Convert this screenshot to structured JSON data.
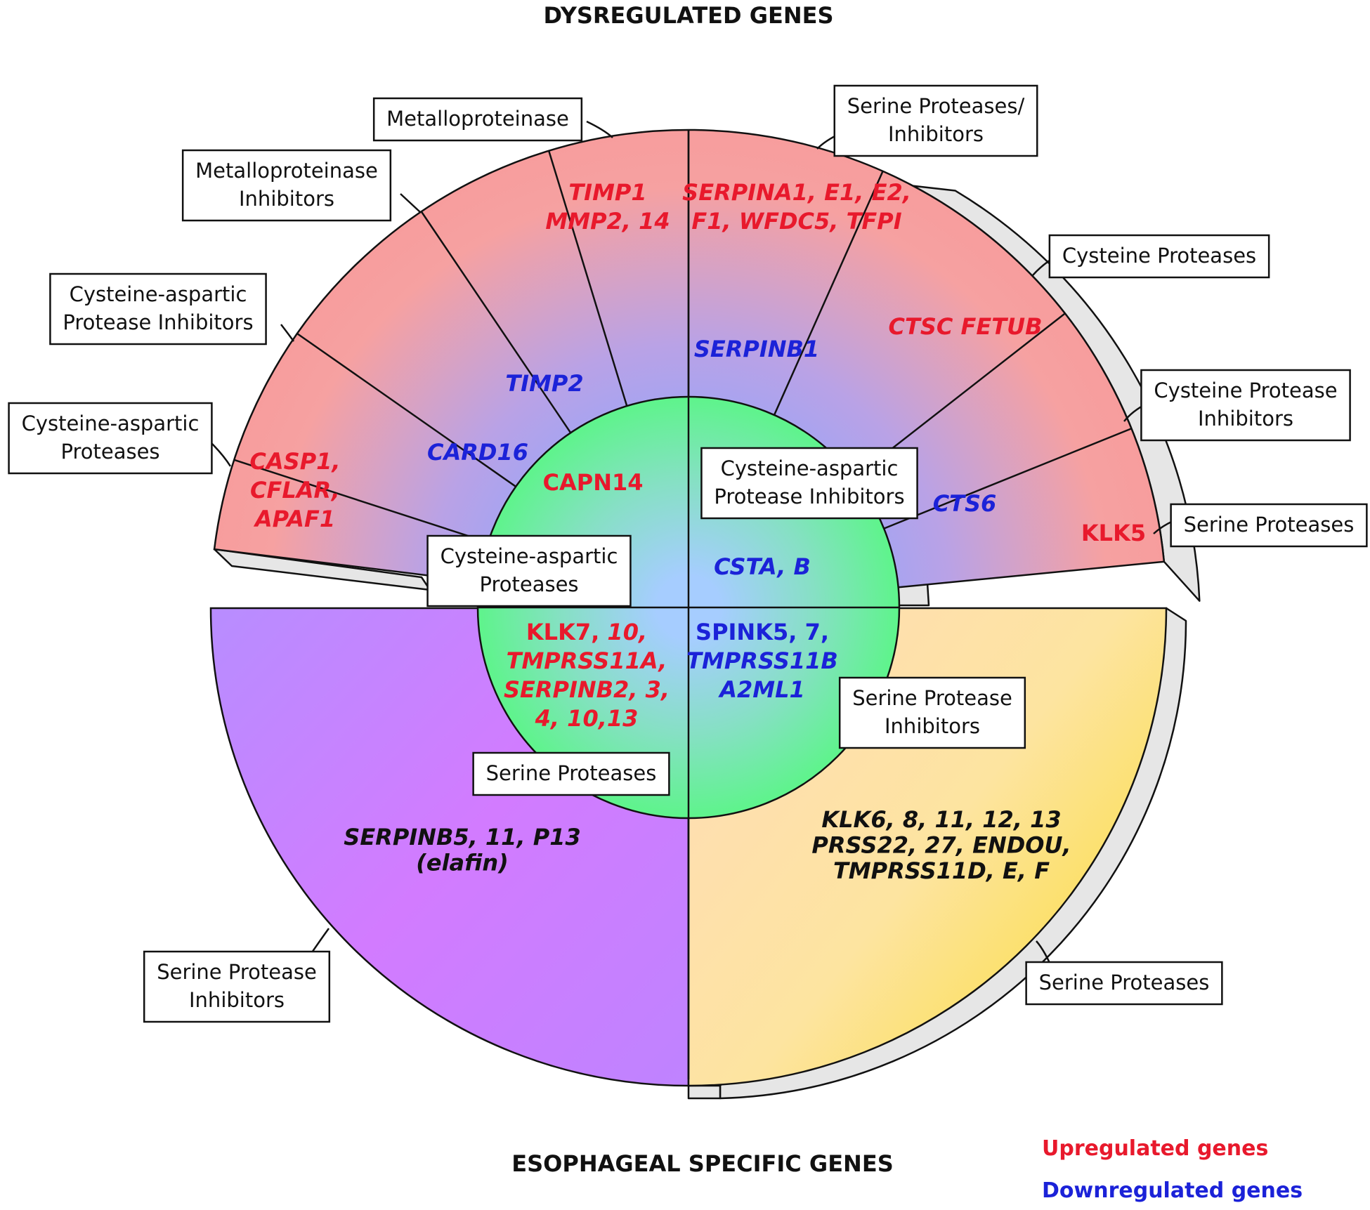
{
  "titles": {
    "top": "DYSREGULATED GENES",
    "bottom": "ESOPHAGEAL SPECIFIC GENES"
  },
  "colors": {
    "upregulated": "#e8192c",
    "downregulated": "#1b22d8",
    "black": "#111111",
    "outer_pink": "#f6a1a1",
    "inner_lavender": "#a89ee8",
    "center_green": "#66f28f",
    "center_blue": "#9ecbff",
    "bottom_left": "#c77bff",
    "bottom_right_light": "#ffe2b8",
    "bottom_right_dark": "#fbe04a",
    "shadow": "#e4e4e4"
  },
  "sectors": {
    "casp_outer": [
      "CASP1,",
      "CFLAR,",
      "APAF1"
    ],
    "card_inner": "CARD16",
    "timp2_inner": "TIMP2",
    "timp_outer": [
      "TIMP1",
      "MMP2, 14"
    ],
    "serpina_outer": [
      "SERPINA1, E1, E2,",
      "F1, WFDC5, TFPI"
    ],
    "serpinb1_inner": "SERPINB1",
    "ctsc_outer": "CTSC FETUB",
    "cts6_inner": "CTS6",
    "klk5": "KLK5"
  },
  "center": {
    "capn14": "CAPN14",
    "csta": "CSTA, B",
    "klk7_lines": [
      "KLK7, 10,",
      "TMPRSS11A,",
      "SERPINB2, 3,",
      "4, 10,13"
    ],
    "spink_lines": [
      "SPINK5, 7,",
      "TMPRSS11B",
      "A2ML1"
    ]
  },
  "bottom": {
    "left_lines": [
      "SERPINB5, 11, P13",
      "(elafin)"
    ],
    "right_lines": [
      "KLK6, 8, 11, 12, 13",
      "PRSS22, 27, ENDOU,",
      "TMPRSS11D, E, F"
    ]
  },
  "labels": {
    "metalloproteinase": "Metalloproteinase",
    "metallo_inhib": [
      "Metalloproteinase",
      "Inhibitors"
    ],
    "casp_inhib_outer": [
      "Cysteine-aspartic",
      "Protease Inhibitors"
    ],
    "casp_outer": [
      "Cysteine-aspartic",
      "Proteases"
    ],
    "serine_prot_inhib_top": [
      "Serine Proteases/",
      "Inhibitors"
    ],
    "cysteine_prot": "Cysteine Proteases",
    "cysteine_prot_inhib": [
      "Cysteine Protease",
      "Inhibitors"
    ],
    "serine_prot_right": "Serine Proteases",
    "center_casp_inhib": [
      "Cysteine-aspartic",
      "Protease Inhibitors"
    ],
    "center_casp": [
      "Cysteine-aspartic",
      "Proteases"
    ],
    "center_serine_inhib": [
      "Serine Protease",
      "Inhibitors"
    ],
    "center_serine": "Serine Proteases",
    "bottom_left": [
      "Serine Protease",
      "Inhibitors"
    ],
    "bottom_right": "Serine Proteases"
  },
  "legend": {
    "up": "Upregulated genes",
    "down": "Downregulated genes"
  }
}
